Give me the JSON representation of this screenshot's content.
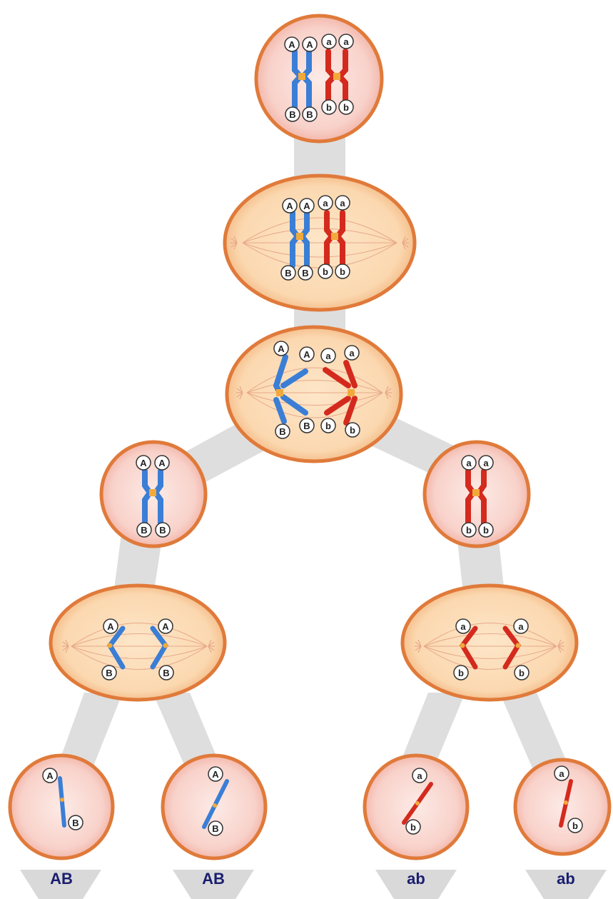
{
  "colors": {
    "blue_chromosome": "#3a7ed6",
    "red_chromosome": "#d42a1e",
    "cell_outline": "#e07a3a",
    "round_cell_fill": "#f8d6cf",
    "oval_cell_fill": "#fbdcb6",
    "connector": "#dedede",
    "centromere": "#f2a93b",
    "outcome_label": "#1a1e6e"
  },
  "cells": {
    "stage1": {
      "top": [
        "A",
        "A",
        "a",
        "a"
      ],
      "bottom": [
        "B",
        "B",
        "b",
        "b"
      ]
    },
    "stage2": {
      "top": [
        "A",
        "A",
        "a",
        "a"
      ],
      "bottom": [
        "B",
        "B",
        "b",
        "b"
      ]
    },
    "stage3": {
      "top": [
        "A",
        "A",
        "a",
        "a"
      ],
      "bottom": [
        "B",
        "B",
        "b",
        "b"
      ]
    },
    "stage4_left": {
      "top": [
        "A",
        "A"
      ],
      "bottom": [
        "B",
        "B"
      ]
    },
    "stage4_right": {
      "top": [
        "a",
        "a"
      ],
      "bottom": [
        "b",
        "b"
      ]
    },
    "stage5_left": {
      "top": [
        "A",
        "A"
      ],
      "bottom": [
        "B",
        "B"
      ]
    },
    "stage5_right": {
      "top": [
        "a",
        "a"
      ],
      "bottom": [
        "b",
        "b"
      ]
    },
    "gametes": [
      {
        "top": "A",
        "bottom": "B"
      },
      {
        "top": "A",
        "bottom": "B"
      },
      {
        "top": "a",
        "bottom": "b"
      },
      {
        "top": "a",
        "bottom": "b"
      }
    ]
  },
  "outcomes": [
    "AB",
    "AB",
    "ab",
    "ab"
  ]
}
